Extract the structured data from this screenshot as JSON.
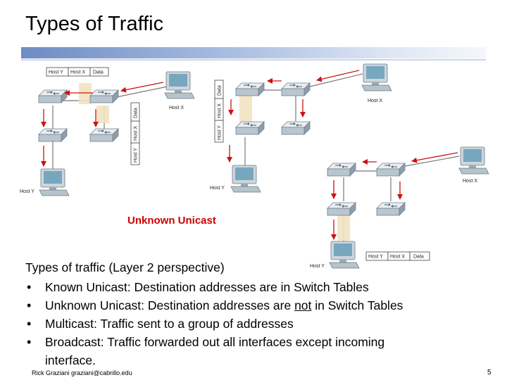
{
  "slide": {
    "title": "Types of Traffic",
    "caption": "Unknown Unicast",
    "intro": "Types of traffic (Layer 2 perspective)",
    "bullets": {
      "b1": "Known Unicast: Destination addresses are in Switch Tables",
      "b2_before": "Unknown Unicast: Destination addresses are ",
      "b2_emph": "not",
      "b2_after": " in Switch Tables",
      "b3": "Multicast: Traffic sent to a group of addresses",
      "b4_line1": "Broadcast:  Traffic forwarded out all interfaces except incoming",
      "b4_line2": "interface."
    },
    "footer": "Rick Graziani  graziani@cabrillo.edu",
    "page_number": "5"
  },
  "diagram": {
    "host_x": "Host X",
    "host_y": "Host Y",
    "frame": [
      "Host Y",
      "Host X",
      "Data"
    ],
    "accent_arrow": "#cc1111",
    "accent_frame": "#f1e3c1"
  }
}
